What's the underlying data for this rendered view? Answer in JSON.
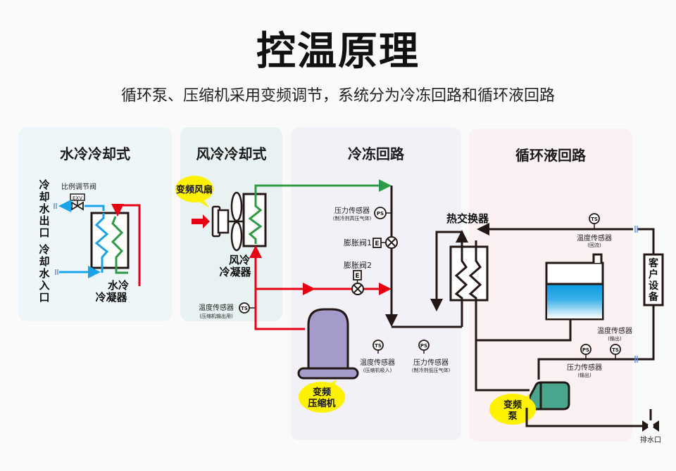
{
  "header": {
    "title": "控温原理",
    "subtitle": "循环泵、压缩机采用变频调节，系统分为冷冻回路和循环液回路"
  },
  "panels": {
    "water_cooled": {
      "title": "水冷冷却式",
      "valve_label": "比例调节阀",
      "valve_tag": "EXV",
      "outlet_label": [
        "冷",
        "却",
        "水",
        "出",
        "口"
      ],
      "inlet_label": [
        "冷",
        "却",
        "水",
        "入",
        "口"
      ],
      "condenser_label_1": "水冷",
      "condenser_label_2": "冷凝器",
      "bg": "#eef6f9"
    },
    "air_cooled": {
      "title": "风冷冷却式",
      "fan_callout": "变频风扇",
      "condenser_label_1": "风冷",
      "condenser_label_2": "冷凝器",
      "temp_sensor_label": "温度传感器",
      "temp_sensor_sub": "(压缩机输出用)",
      "bg": "#e8f2f2"
    },
    "refrigeration": {
      "title": "冷冻回路",
      "pressure_high_label": "压力传感器",
      "pressure_high_sub": "(制冷剂高压气体)",
      "exp_valve_1": "膨胀阀1",
      "exp_valve_2": "膨胀阀2",
      "valve_tag": "E",
      "temp_in_label": "温度传感器",
      "temp_in_sub": "(压缩机吸入)",
      "pressure_low_label": "压力传感器",
      "pressure_low_sub": "(制冷剂低压气体)",
      "compressor_callout_1": "变频",
      "compressor_callout_2": "压缩机",
      "bg": "#f3f1f8"
    },
    "circulation": {
      "title": "循环液回路",
      "heat_exchanger_label": "热交换器",
      "temp_return_label": "温度传感器",
      "temp_return_sub": "(回流)",
      "temp_out_label": "温度传感器",
      "temp_out_sub": "(输出)",
      "pressure_out_label": "压力传感器",
      "pressure_out_sub": "(输出)",
      "pump_callout_1": "变频",
      "pump_callout_2": "泵",
      "bg": "#fbf0f2"
    }
  },
  "external": {
    "customer_equipment": [
      "客",
      "户",
      "设",
      "备"
    ],
    "drain_label": "排水口"
  },
  "sensor_tags": {
    "ts": "TS",
    "ps": "PS"
  },
  "colors": {
    "water": "#1aa3e8",
    "refrigerant_hot": "#e60012",
    "refrigerant_cond": "#2e9a44",
    "pipe": "#231815",
    "compressor": "#a49bcb",
    "pump": "#4aa58e",
    "callout": "#fff200",
    "tank_water": "#0a9be0"
  }
}
